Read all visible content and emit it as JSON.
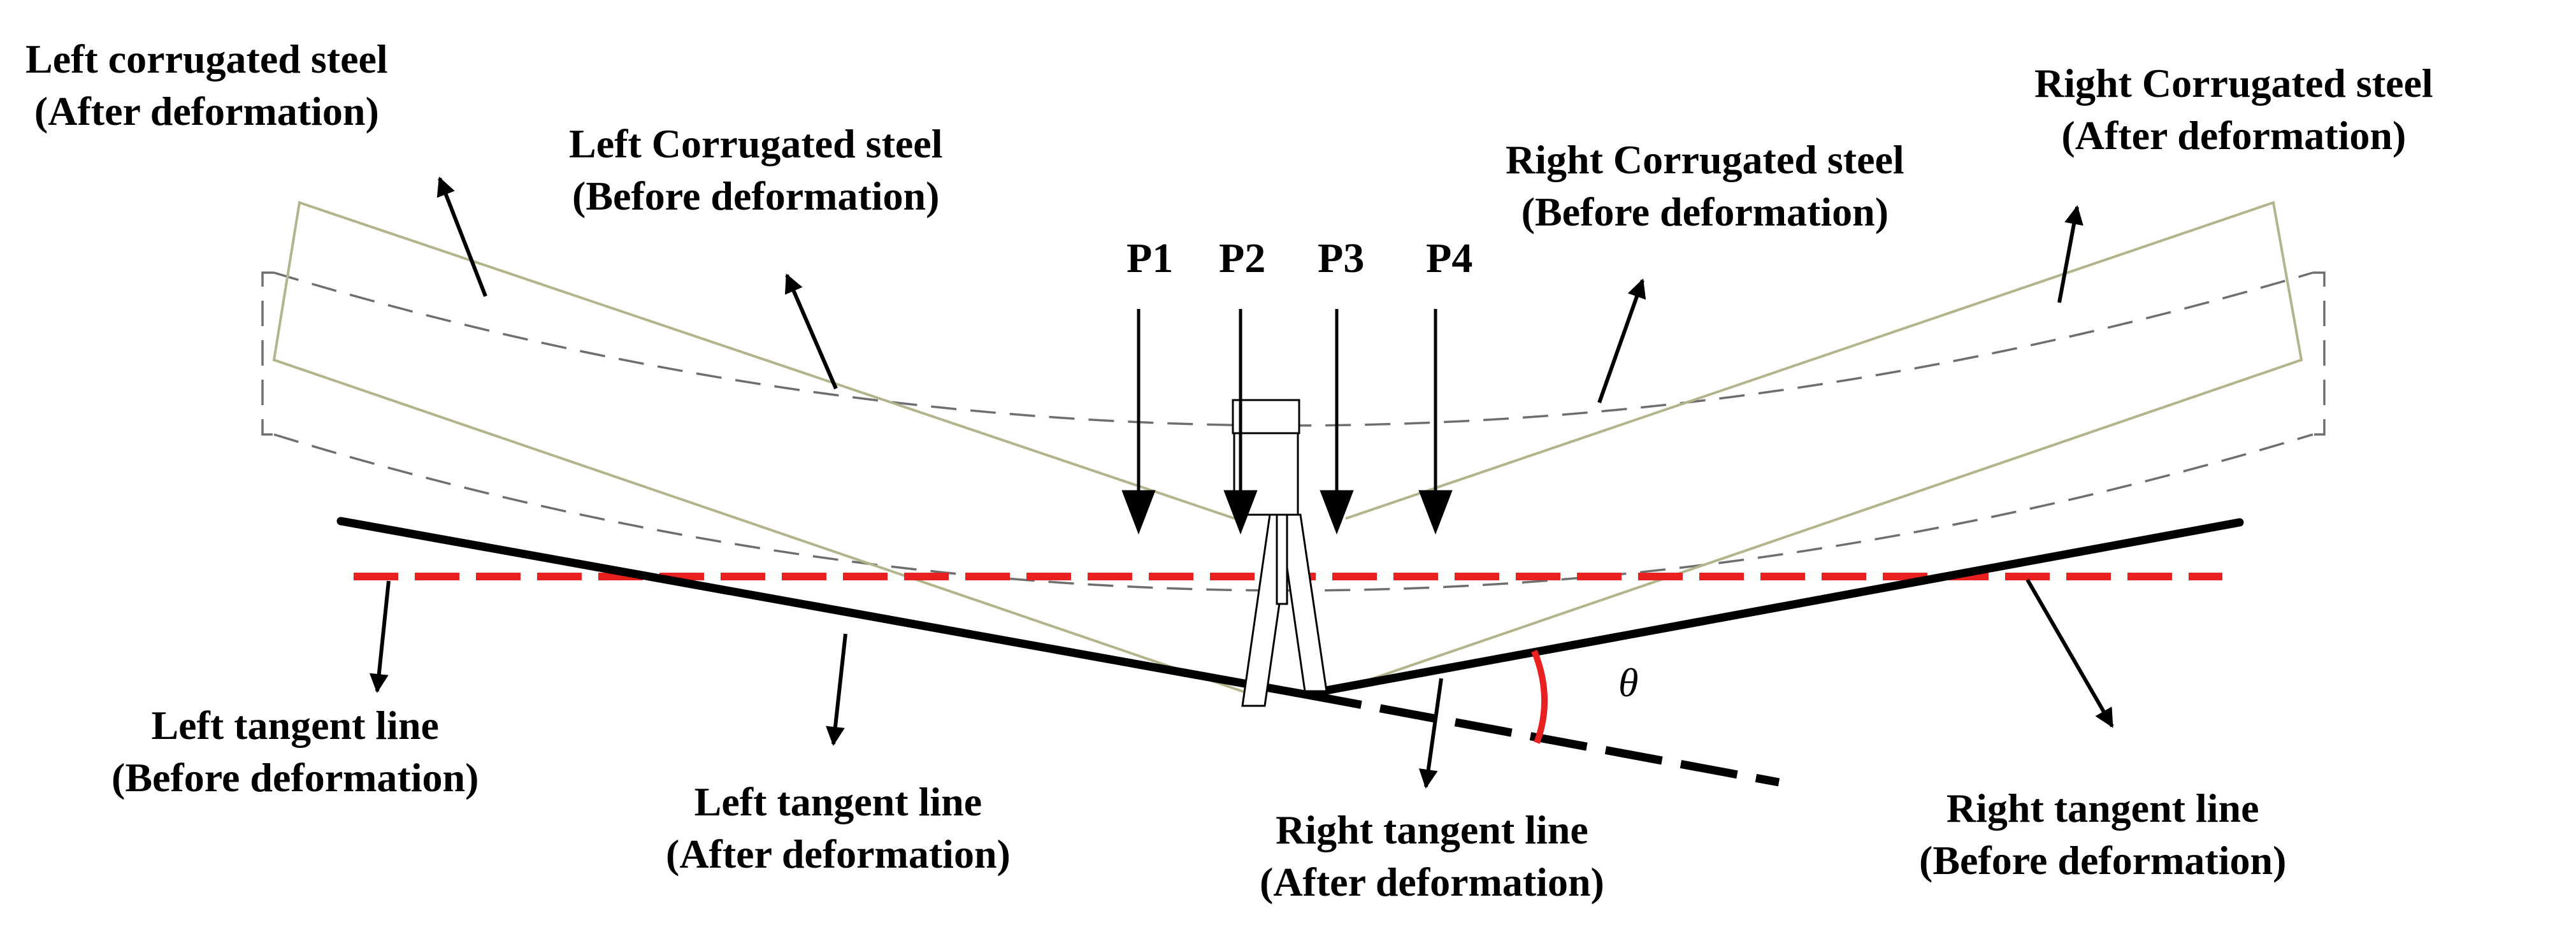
{
  "labels": {
    "left_corrugated_after": [
      "Left corrugated steel",
      "(After deformation)"
    ],
    "left_corrugated_before": [
      "Left Corrugated steel",
      "(Before deformation)"
    ],
    "right_corrugated_before": [
      "Right Corrugated steel",
      "(Before deformation)"
    ],
    "right_corrugated_after": [
      "Right Corrugated steel",
      "(After deformation)"
    ],
    "left_tangent_before": [
      "Left tangent line",
      "(Before deformation)"
    ],
    "left_tangent_after": [
      "Left tangent line",
      "(After deformation)"
    ],
    "right_tangent_after": [
      "Right tangent line",
      "(After deformation)"
    ],
    "right_tangent_before": [
      "Right tangent line",
      "(Before deformation)"
    ]
  },
  "loads": [
    "P1",
    "P2",
    "P3",
    "P4"
  ],
  "angle_symbol": "θ",
  "colors": {
    "after_deformation_steel": "#b4b48c",
    "before_deformation_steel": "#6e6e6e",
    "tangent_before": "#e8201f",
    "tangent_after": "#000000",
    "angle_arc": "#e8201f"
  }
}
